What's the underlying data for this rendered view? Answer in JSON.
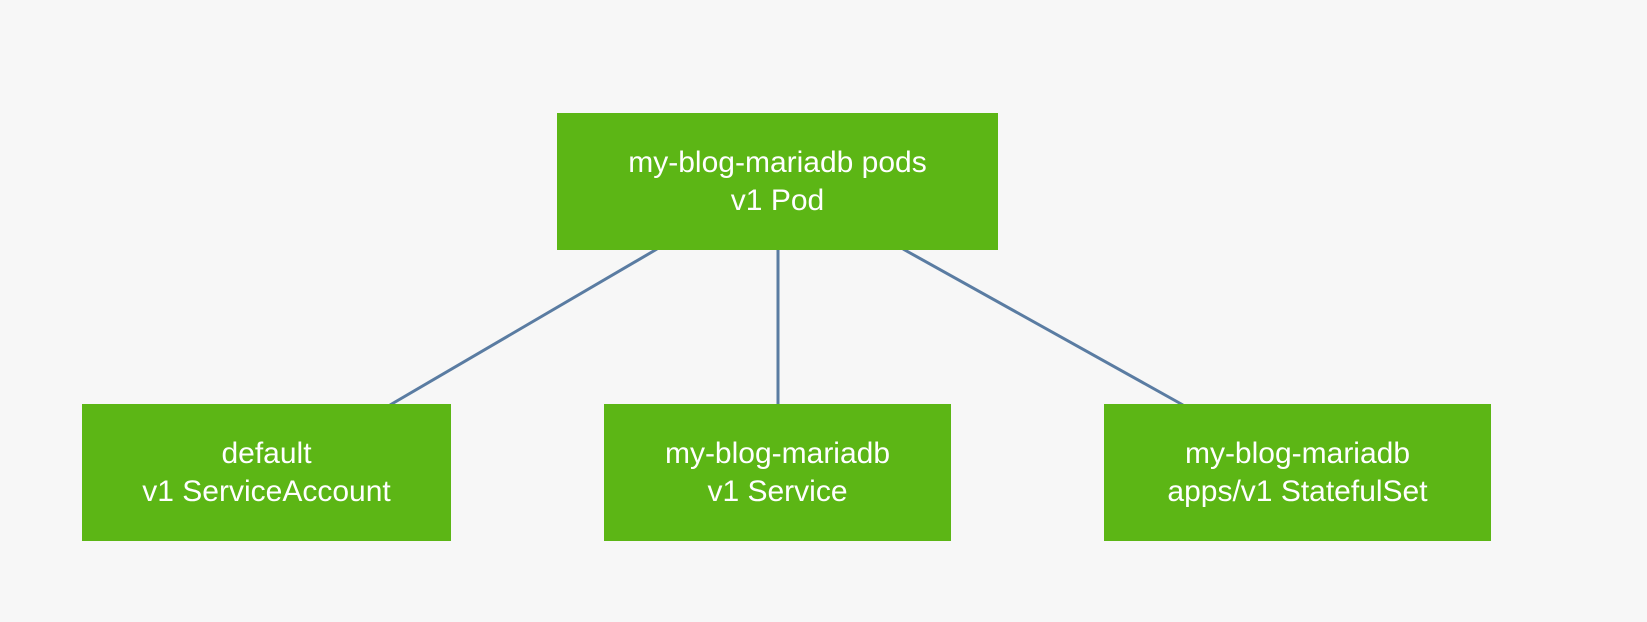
{
  "diagram": {
    "type": "resource-graph",
    "background_color": "#f7f7f7",
    "node_color": "#5cb615",
    "node_text_color": "#ffffff",
    "edge_color": "#5a7ca2",
    "nodes": [
      {
        "id": "pod",
        "line1": "my-blog-mariadb pods",
        "line2": "v1 Pod"
      },
      {
        "id": "serviceaccount",
        "line1": "default",
        "line2": "v1 ServiceAccount"
      },
      {
        "id": "service",
        "line1": "my-blog-mariadb",
        "line2": "v1 Service"
      },
      {
        "id": "statefulset",
        "line1": "my-blog-mariadb",
        "line2": "apps/v1 StatefulSet"
      }
    ],
    "edges": [
      {
        "from": "pod",
        "to": "serviceaccount"
      },
      {
        "from": "pod",
        "to": "service"
      },
      {
        "from": "pod",
        "to": "statefulset"
      }
    ]
  }
}
